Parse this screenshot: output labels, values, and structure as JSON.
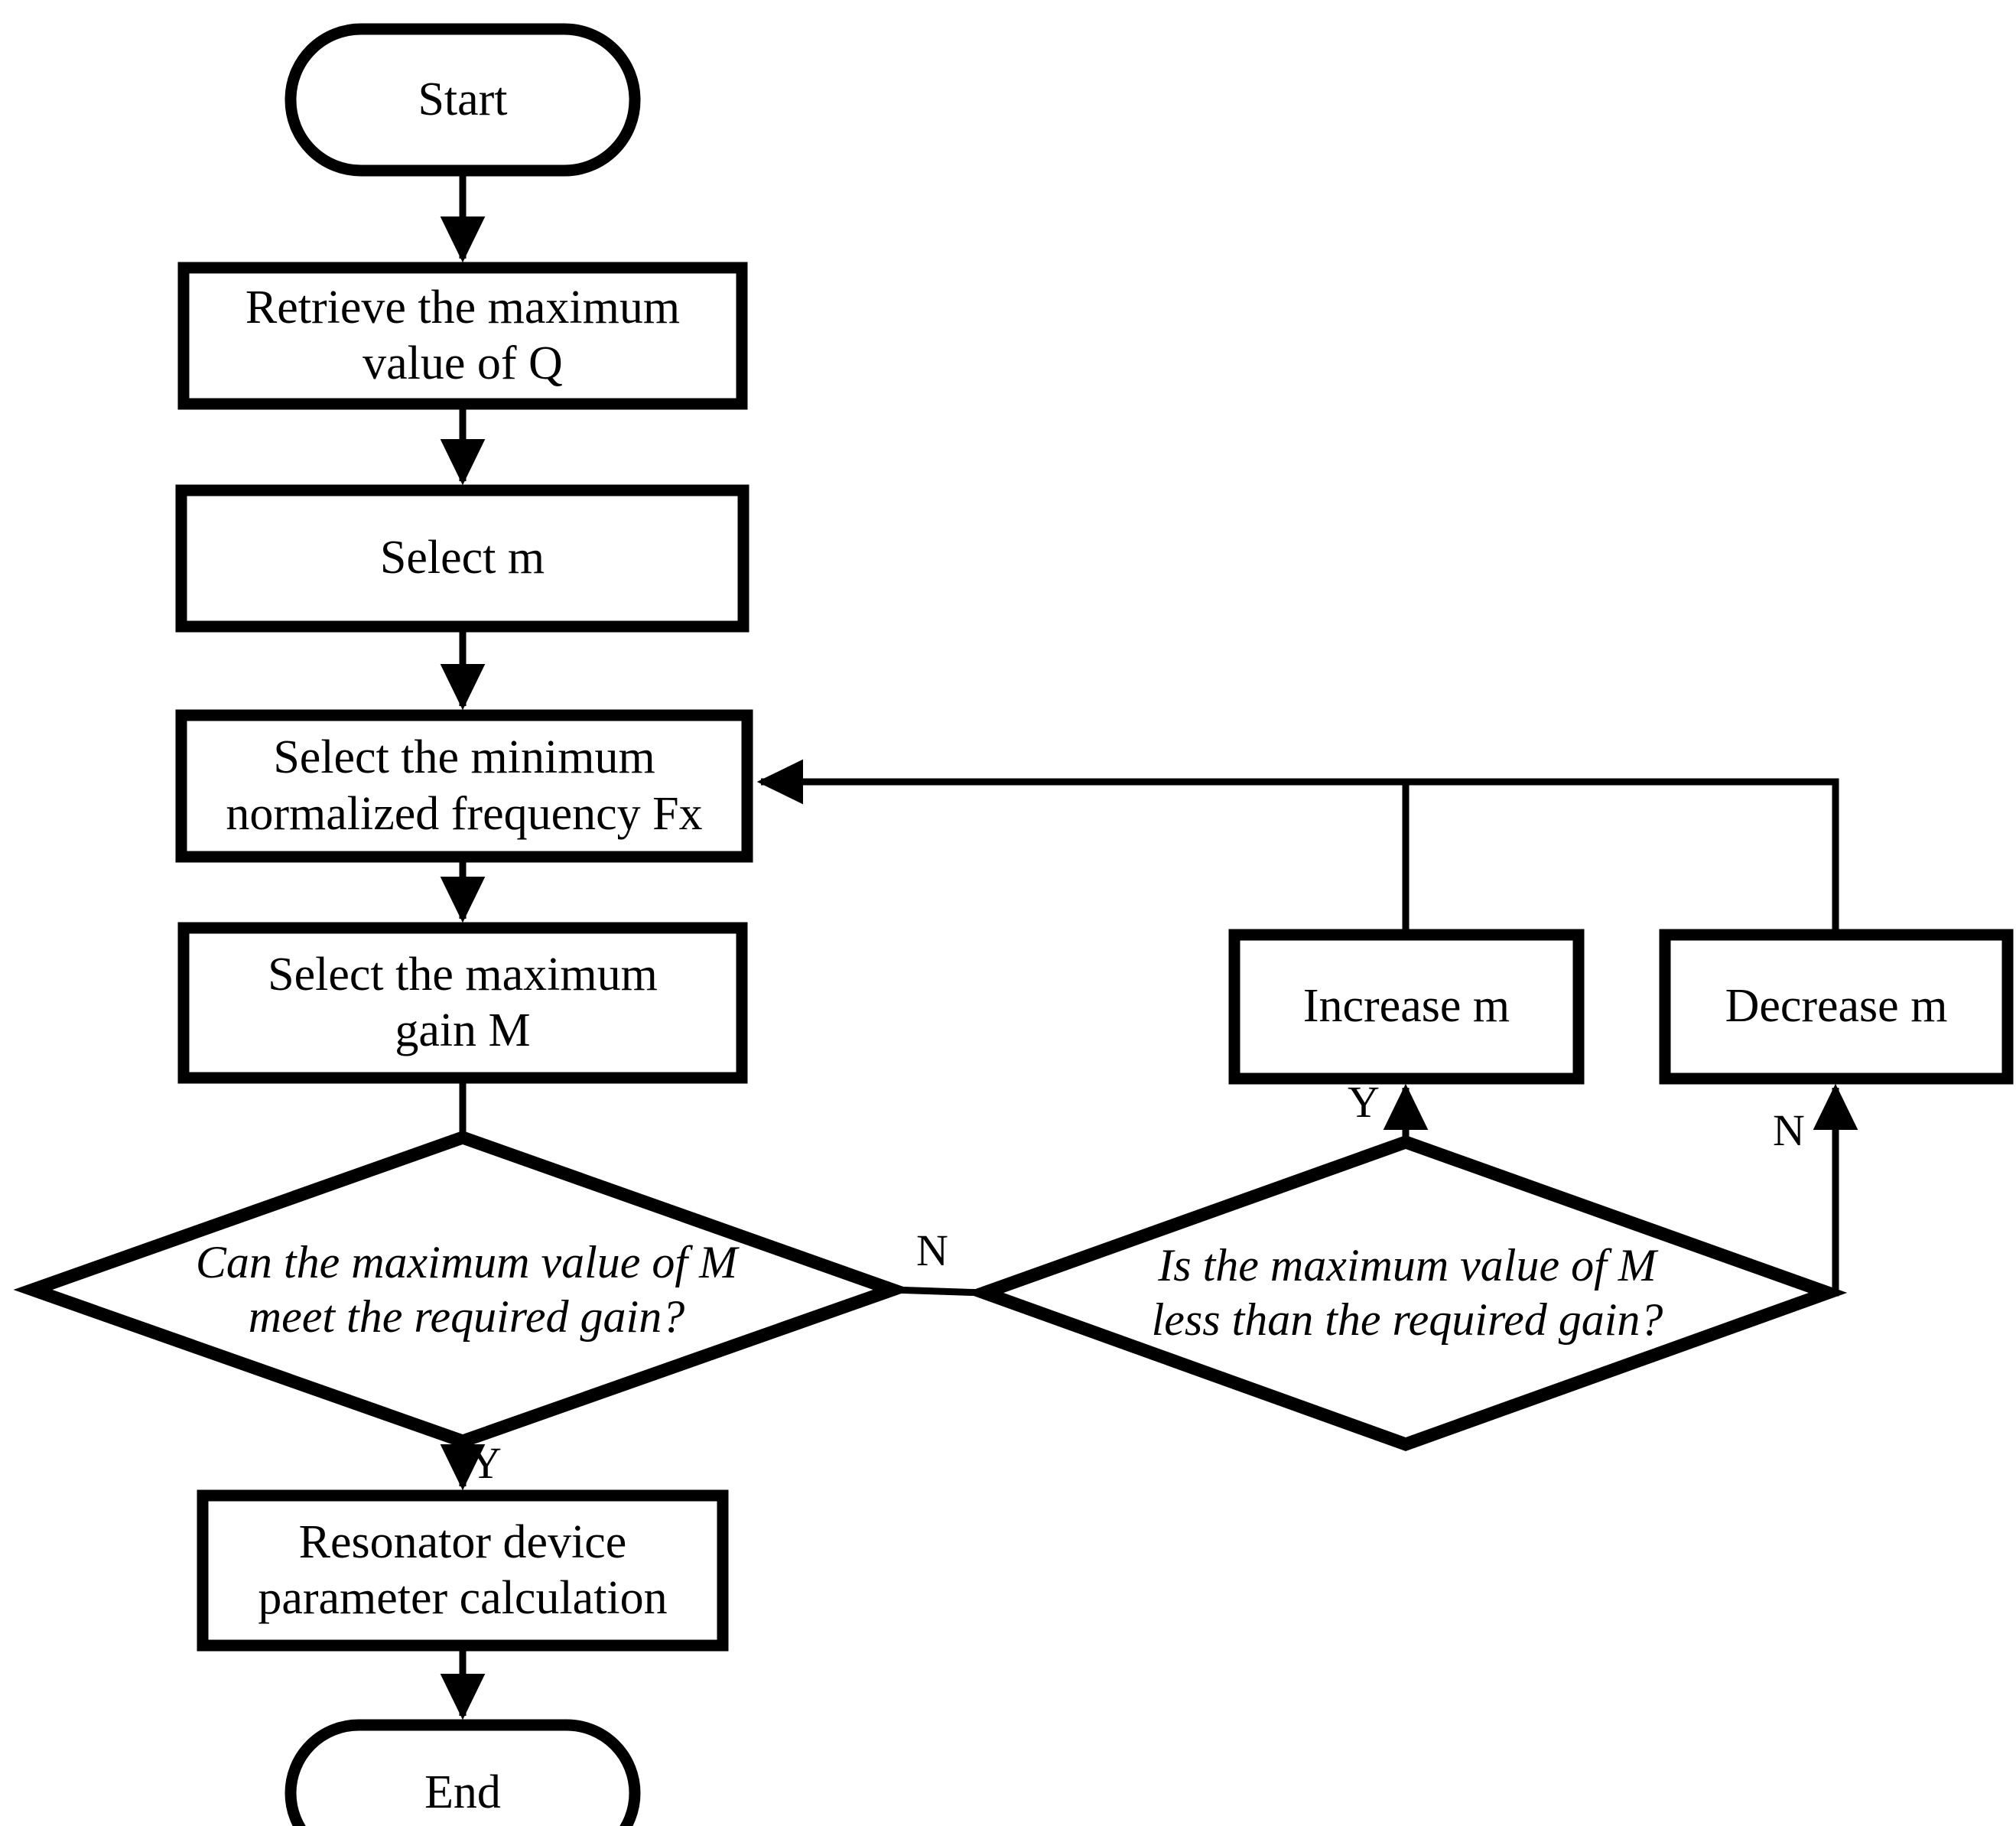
{
  "diagram": {
    "type": "flowchart",
    "orientation": "top-to-bottom",
    "background_color": "#ffffff",
    "stroke_color": "#000000",
    "nodes": [
      {
        "id": "start",
        "shape": "terminal",
        "label": "Start"
      },
      {
        "id": "retrieve_q",
        "shape": "process",
        "label": "Retrieve the maximum\nvalue of Q"
      },
      {
        "id": "select_m",
        "shape": "process",
        "label": "Select m"
      },
      {
        "id": "select_fx",
        "shape": "process",
        "label": "Select the minimum\nnormalized frequency Fx"
      },
      {
        "id": "select_gain",
        "shape": "process",
        "label": "Select the maximum\ngain M"
      },
      {
        "id": "decision_meet",
        "shape": "decision",
        "label": "Can the maximum value of M\nmeet the required gain?"
      },
      {
        "id": "decision_less",
        "shape": "decision",
        "label": "Is the maximum value of M\nless than the required gain?"
      },
      {
        "id": "increase_m",
        "shape": "process",
        "label": "Increase m"
      },
      {
        "id": "decrease_m",
        "shape": "process",
        "label": "Decrease m"
      },
      {
        "id": "resonator",
        "shape": "process",
        "label": "Resonator device\nparameter calculation"
      },
      {
        "id": "end",
        "shape": "terminal",
        "label": "End"
      }
    ],
    "edge_labels": {
      "meet_no": "N",
      "meet_yes": "Y",
      "less_yes": "Y",
      "less_no": "N"
    }
  }
}
